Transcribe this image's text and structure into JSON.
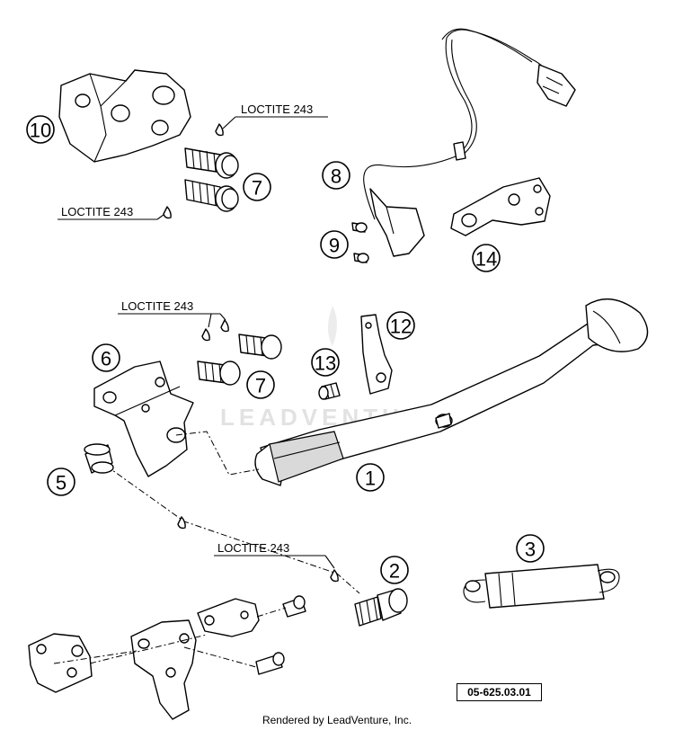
{
  "diagram": {
    "watermark": "LEADVENTURE",
    "loctite_label": "LOCTITE 243",
    "callouts": [
      "1",
      "2",
      "3",
      "5",
      "6",
      "7",
      "7",
      "8",
      "9",
      "10",
      "12",
      "13",
      "14"
    ],
    "drawing_id": "05-625.03.01",
    "footer": "Rendered by LeadVenture, Inc."
  }
}
